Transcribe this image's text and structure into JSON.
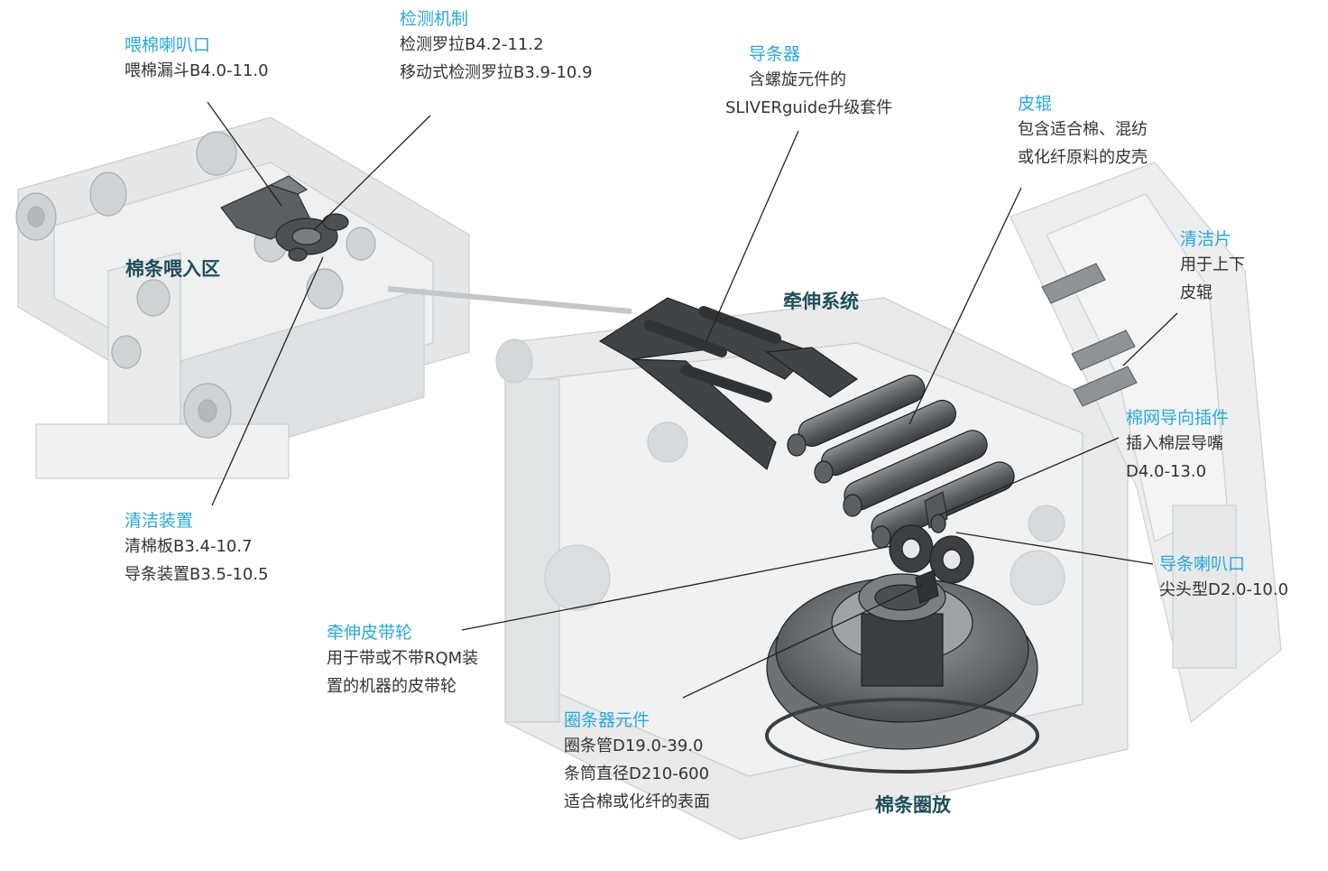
{
  "zones": {
    "feed": "棉条喂入区",
    "drafting": "牵伸系统",
    "coiling": "棉条圈放"
  },
  "callouts": {
    "feed_funnel": {
      "title": "喂棉喇叭口",
      "lines": [
        "喂棉漏斗B4.0-11.0"
      ]
    },
    "detection": {
      "title": "检测机制",
      "lines": [
        "检测罗拉B4.2-11.2",
        "移动式检测罗拉B3.9-10.9"
      ]
    },
    "sliver_guide": {
      "title": "导条器",
      "lines": [
        "含螺旋元件的",
        "SLIVERguide升级套件"
      ]
    },
    "top_rollers": {
      "title": "皮辊",
      "lines": [
        "包含适合棉、混纺",
        "或化纤原料的皮壳"
      ]
    },
    "cleaning_strips": {
      "title": "清洁片",
      "lines": [
        "用于上下",
        "皮辊"
      ]
    },
    "web_guide_insert": {
      "title": "棉网导向插件",
      "lines": [
        "插入棉层导嘴",
        "D4.0-13.0"
      ]
    },
    "sliver_trumpet": {
      "title": "导条喇叭口",
      "lines": [
        "尖头型D2.0-10.0"
      ]
    },
    "cleaning_device": {
      "title": "清洁装置",
      "lines": [
        "清棉板B3.4-10.7",
        "导条装置B3.5-10.5"
      ]
    },
    "draft_pulley": {
      "title": "牵伸皮带轮",
      "lines": [
        "用于带或不带RQM装",
        "置的机器的皮带轮"
      ]
    },
    "coiler_parts": {
      "title": "圈条器元件",
      "lines": [
        "圈条管D19.0-39.0",
        "条筒直径D210-600",
        "适合棉或化纤的表面"
      ]
    }
  },
  "colors": {
    "title": "#2aa7dc",
    "zone": "#1f4e5a",
    "text": "#333333",
    "machine_ghost": "#d7dadb",
    "machine_dark": "#555a5e"
  }
}
